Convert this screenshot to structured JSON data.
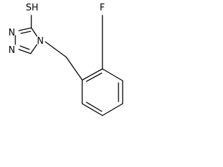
{
  "molecule": {
    "atoms": {
      "sh": "SH",
      "n_top": "N",
      "n_bottom": "N",
      "n_ring": "N",
      "f": "F"
    },
    "colors": {
      "bond": "#000000",
      "label": "#000000",
      "background": "#ffffff"
    }
  }
}
